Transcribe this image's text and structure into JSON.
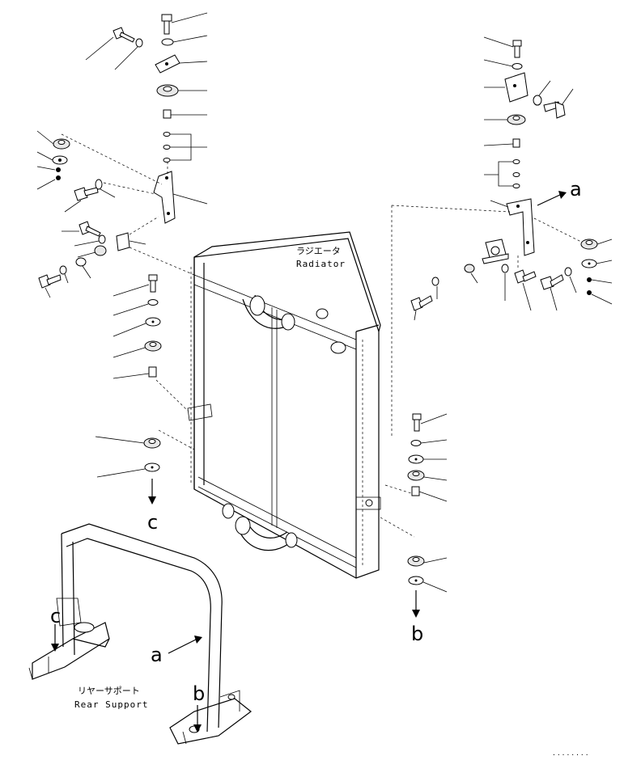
{
  "labels": {
    "radiator_jp": "ラジエータ",
    "radiator_en": "Radiator",
    "rear_support_jp": "リヤーサポート",
    "rear_support_en": "Rear Support",
    "ref_a": "a",
    "ref_b": "b",
    "ref_c": "c",
    "code": "........"
  }
}
